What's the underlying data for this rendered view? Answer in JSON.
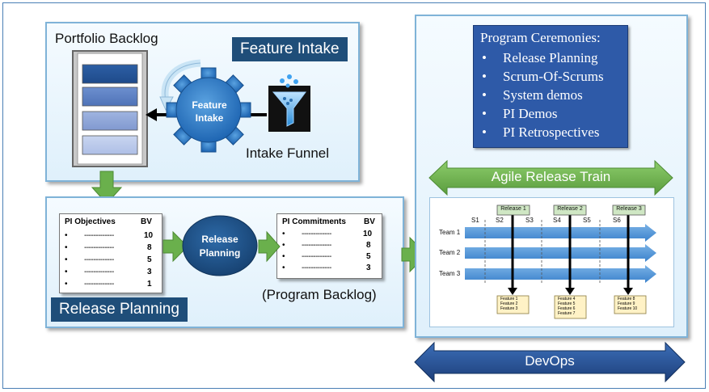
{
  "portfolio": {
    "title": "Portfolio Backlog",
    "feature_intake_label": "Feature Intake",
    "gear_label_line1": "Feature",
    "gear_label_line2": "Intake",
    "intake_funnel_label": "Intake Funnel"
  },
  "release_planning": {
    "label": "Release Planning",
    "ellipse_line1": "Release",
    "ellipse_line2": "Planning",
    "program_backlog_label": "(Program Backlog)",
    "objectives": {
      "header": "PI Objectives",
      "bv_header": "BV",
      "rows": [
        {
          "bullet": "•",
          "dashes": "-------------",
          "bv": "10"
        },
        {
          "bullet": "•",
          "dashes": "-------------",
          "bv": "8"
        },
        {
          "bullet": "•",
          "dashes": "-------------",
          "bv": "5"
        },
        {
          "bullet": "•",
          "dashes": "-------------",
          "bv": "3"
        },
        {
          "bullet": "•",
          "dashes": "-------------",
          "bv": "1"
        }
      ]
    },
    "commitments": {
      "header": "PI Commitments",
      "bv_header": "BV",
      "rows": [
        {
          "bullet": "•",
          "dashes": "-------------",
          "bv": "10"
        },
        {
          "bullet": "•",
          "dashes": "-------------",
          "bv": "8"
        },
        {
          "bullet": "•",
          "dashes": "-------------",
          "bv": "5"
        },
        {
          "bullet": "•",
          "dashes": "-------------",
          "bv": "3"
        }
      ]
    }
  },
  "ceremonies": {
    "title": "Program Ceremonies:",
    "bullet": "•",
    "items": [
      "Release Planning",
      "Scrum-Of-Scrums",
      "System demos",
      "PI Demos",
      "PI Retrospectives"
    ]
  },
  "art": {
    "label": "Agile Release Train",
    "releases": [
      "Release 1",
      "Release 2",
      "Release 3"
    ],
    "sprints": [
      "S1",
      "S2",
      "S3",
      "S4",
      "S5",
      "S6"
    ],
    "teams": [
      "Team 1",
      "Team 2",
      "Team 3"
    ],
    "features": [
      [
        "Feature 1",
        "Feature 2",
        "Feature 3"
      ],
      [
        "Feature 4",
        "Feature 5",
        "Feature 6",
        "Feature 7"
      ],
      [
        "Feature 8",
        "Feature 9",
        "Feature 10"
      ]
    ]
  },
  "devops": {
    "label": "DevOps"
  },
  "colors": {
    "dark_blue": "#1f4e79",
    "green": "#6ab04c",
    "arrow_blue": "#2e75b6",
    "ceremony_blue": "#2e5aa8"
  }
}
